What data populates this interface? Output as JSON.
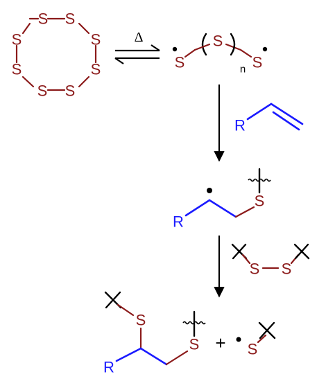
{
  "labels": {
    "sulfur": "S",
    "r_group": "R",
    "heat": "Δ",
    "repeat_subscript": "n",
    "plus": "+"
  },
  "colors": {
    "sulfur": "#8b1a1a",
    "organic_chain": "#1a1aff",
    "arrows": "#000000"
  }
}
